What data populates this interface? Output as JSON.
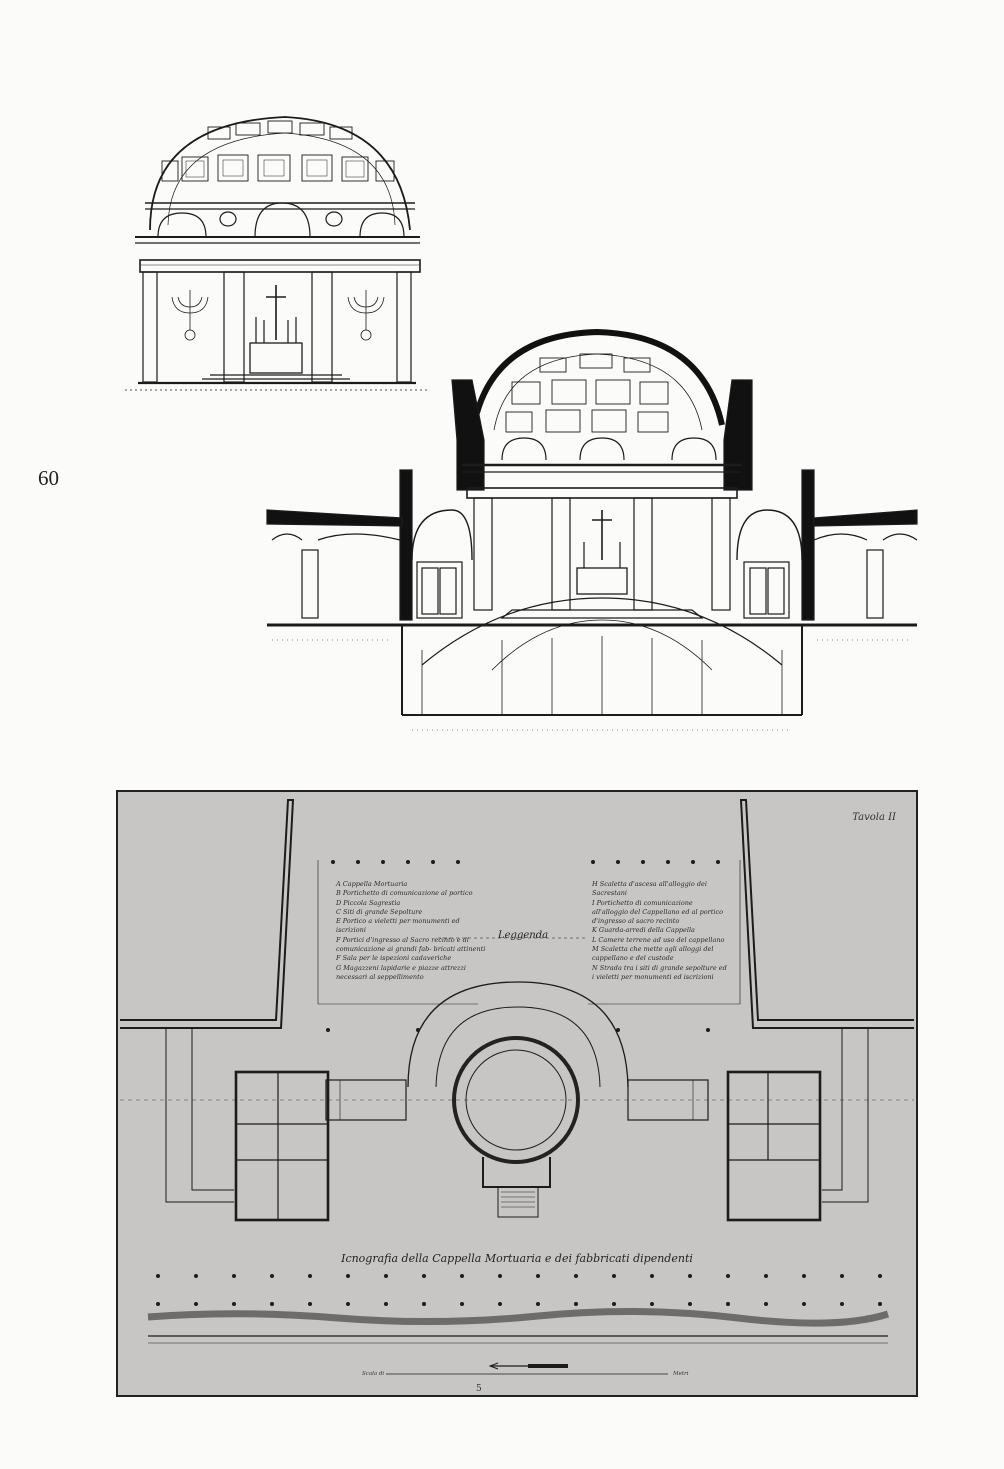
{
  "page": {
    "number": "60"
  },
  "figures": {
    "front_elevation": {},
    "section": {},
    "plan": {
      "sheet_label": "Tavola II",
      "legend_title": "Leggenda",
      "legend_left": [
        "A  Cappella Mortuaria",
        "B  Portichetto di comunicazione al portico",
        "D  Piccola Sagrestia",
        "C  Siti di grande Sepolture",
        "E  Portico a vieletti per monumenti ed iscrizioni",
        "F  Portici d'ingresso al Sacro recinto e di comunicazione ai grandi fab- bricati attinenti",
        "F  Sala per le ispezioni cadaveriche",
        "G  Magazzeni lapidarie e piazze attrezzi necessari al seppellimento"
      ],
      "legend_right": [
        "H  Scaletta d'ascesa all'alloggio dei Sacrestani",
        "I  Portichetto di comunicazione all'alloggio del Cappellano ed al portico d'ingresso al sacro recinto",
        "K  Guarda-arredi della Cappella",
        "L  Camere terrene ad uso del cappellano",
        "M  Scaletta che mette agli alloggi del cappellano e del custode",
        "N  Strada tra i siti di grande sepolture ed i vieletti per monumenti ed iscrizioni"
      ],
      "title": "Icnografia della Cappella Mortuaria e dei fabbricati dipendenti",
      "scale_label": "Scala di",
      "scale_unit": "Metri",
      "scale_number": "5"
    }
  },
  "colors": {
    "ink": "#1c1c1c",
    "plate_background": "#c7c6c4",
    "paper": "#fbfbf9"
  }
}
